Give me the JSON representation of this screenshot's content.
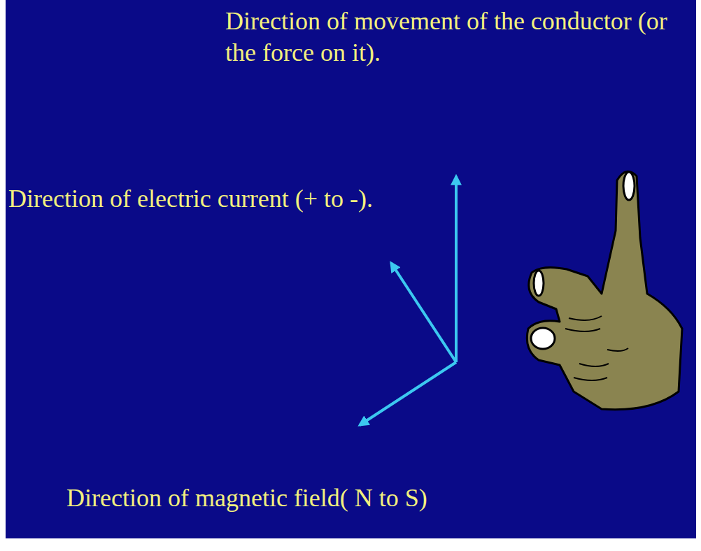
{
  "diagram": {
    "labels": [
      "Direction of movement of the conductor (or the force on it).",
      "Direction of electric current (+ to -).",
      "Direction of magnetic field( N to S)"
    ]
  }
}
